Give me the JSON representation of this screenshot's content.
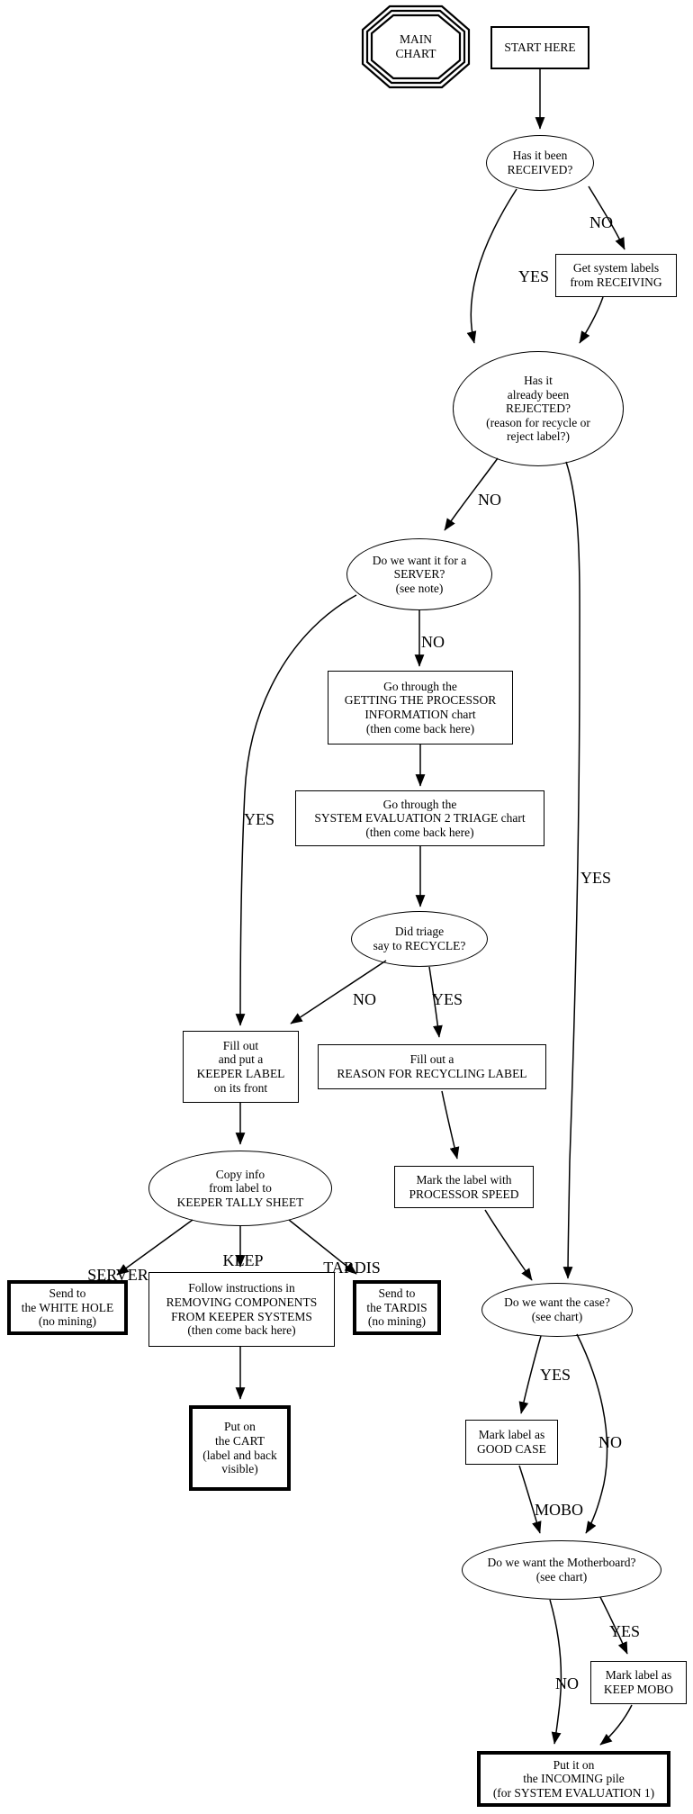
{
  "diagram": {
    "nodes": {
      "main_chart": "MAIN\nCHART",
      "start_here": "START HERE",
      "received": "Has it been\nRECEIVED?",
      "get_labels": "Get system labels\nfrom RECEIVING",
      "rejected": "Has it\nalready been\nREJECTED?\n(reason for recycle or\nreject label?)",
      "server": "Do we want it for a\nSERVER?\n(see note)",
      "processor_chart": "Go through the\nGETTING THE PROCESSOR\nINFORMATION chart\n(then come back here)",
      "triage_chart": "Go through the\nSYSTEM EVALUATION 2 TRIAGE chart\n(then come back here)",
      "triage_recycle": "Did triage\nsay to RECYCLE?",
      "keeper_label": "Fill out\nand put a\nKEEPER LABEL\non its front",
      "recycling_label": "Fill out a\nREASON FOR RECYCLING LABEL",
      "tally_sheet": "Copy info\nfrom label to\nKEEPER TALLY SHEET",
      "processor_speed": "Mark the label with\nPROCESSOR SPEED",
      "white_hole": "Send to\nthe WHITE HOLE\n(no mining)",
      "removing_components": "Follow instructions in\nREMOVING COMPONENTS\nFROM KEEPER SYSTEMS\n(then come back here)",
      "tardis": "Send to\nthe TARDIS\n(no mining)",
      "cart": "Put on\nthe CART\n(label and back\nvisible)",
      "want_case": "Do we want the case?\n(see chart)",
      "good_case": "Mark label as\nGOOD CASE",
      "want_mobo": "Do we want the Motherboard?\n(see chart)",
      "keep_mobo": "Mark label as\nKEEP MOBO",
      "incoming_pile": "Put it on\nthe INCOMING pile\n(for SYSTEM EVALUATION 1)"
    },
    "edge_labels": {
      "received_no": "NO",
      "received_yes": "YES",
      "rejected_no": "NO",
      "rejected_yes": "YES",
      "server_no": "NO",
      "server_yes": "YES",
      "triage_no": "NO",
      "triage_yes": "YES",
      "tally_server": "SERVER",
      "tally_keep": "KEEP",
      "tally_tardis": "TARDIS",
      "case_yes": "YES",
      "case_no": "NO",
      "good_case_mobo": "MOBO",
      "mobo_yes": "YES",
      "mobo_no": "NO"
    },
    "colors": {
      "stroke": "#000000",
      "background": "#ffffff"
    }
  }
}
